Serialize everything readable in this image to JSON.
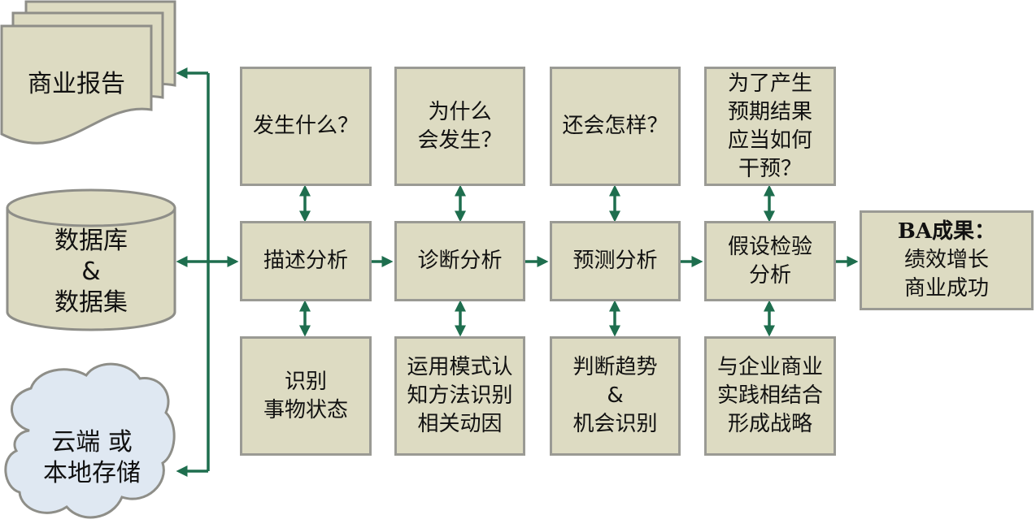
{
  "sources": {
    "report": "商业报告",
    "database": "数据库\n&\n数据集",
    "cloud": "云端  或\n本地存储"
  },
  "questions": [
    "发生什么？",
    "为什么\n会发生？",
    "还会怎样？",
    "为了产生\n预期结果\n应当如何\n干预？"
  ],
  "analyses": [
    "描述分析",
    "诊断分析",
    "预测分析",
    "假设检验\n分析"
  ],
  "results": [
    "识别\n事物状态",
    "运用模式认\n知方法识别\n相关动因",
    "判断趋势\n&\n机会识别",
    "与企业商业\n实践相结合\n形成战略"
  ],
  "outcome": {
    "title": "BA成果：",
    "lines": "绩效增长\n商业成功"
  },
  "colors": {
    "box_fill": "#dddbc2",
    "box_border": "#9a9a94",
    "arrow": "#1e6e4e",
    "cloud_fill": "#dfe8f2"
  }
}
